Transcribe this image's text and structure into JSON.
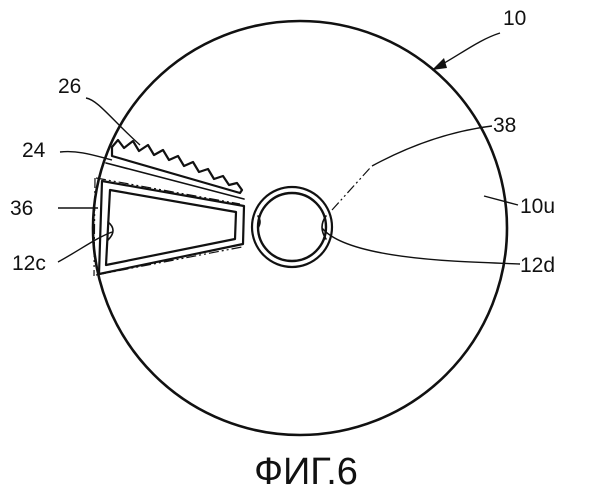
{
  "figure": {
    "caption": "ФИГ.6",
    "labels": {
      "disc": "10",
      "disc_surface": "10u",
      "blade": "26",
      "blade_edge": "24",
      "opening_outline": "36",
      "opening": "12c",
      "hub_outline": "38",
      "hub": "12d"
    }
  }
}
